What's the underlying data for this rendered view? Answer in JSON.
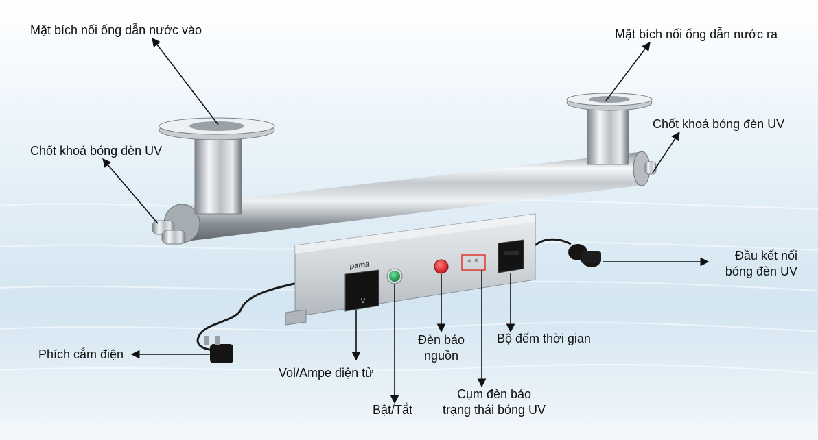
{
  "labels": {
    "inlet_flange": "Mặt bích nối ống dẫn nước vào",
    "outlet_flange": "Mặt bích nối ống dẫn nước ra",
    "lock_pin_left": "Chốt khoá bóng đèn UV",
    "lock_pin_right": "Chốt khoá bóng đèn UV",
    "lamp_connector_line1": "Đầu kết nối",
    "lamp_connector_line2": "bóng đèn UV",
    "power_plug": "Phích cắm điện",
    "volt_amp_meter": "Vol/Ampe điện tử",
    "on_off": "Bật/Tắt",
    "power_light_line1": "Đèn báo",
    "power_light_line2": "nguồn",
    "uv_status_line1": "Cụm đèn báo",
    "uv_status_line2": "trạng thái bóng UV",
    "timer": "Bộ đếm thời gian"
  },
  "device": {
    "brand": "pama",
    "meter_unit": "V"
  },
  "colors": {
    "power_button": "#1f9a4c",
    "power_light": "#e01b1b",
    "highlight_box": "#e0362f",
    "steel": "#c9cfd4"
  },
  "icons": [
    "power-plug-icon",
    "toggle-button-icon",
    "indicator-light-icon",
    "timer-counter-icon",
    "voltmeter-icon"
  ]
}
